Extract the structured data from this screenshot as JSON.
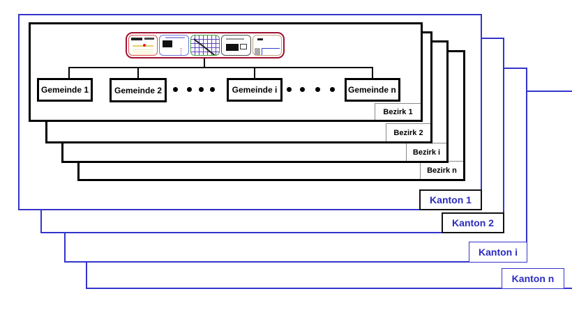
{
  "kantons": [
    {
      "label": "Kanton 1"
    },
    {
      "label": "Kanton 2"
    },
    {
      "label": "Kanton i"
    },
    {
      "label": "Kanton n"
    }
  ],
  "bezirke": [
    {
      "label": "Bezirk 1"
    },
    {
      "label": "Bezirk 2"
    },
    {
      "label": "Bezirk i"
    },
    {
      "label": "Bezirk n"
    }
  ],
  "gemeinden": [
    {
      "label": "Gemeinde 1"
    },
    {
      "label": "Gemeinde 2"
    },
    {
      "label": "Gemeinde i"
    },
    {
      "label": "Gemeinde n"
    }
  ],
  "ellipsis": "• • • •",
  "thumbnails": [
    {
      "name": "table-thumbnail",
      "border_color": "#e05050"
    },
    {
      "name": "chart-thumbnail",
      "border_color": "#7070e0"
    },
    {
      "name": "grid-map-thumbnail",
      "border_color": "#40a040"
    },
    {
      "name": "flow-thumbnail",
      "border_color": "#505050"
    },
    {
      "name": "plot-thumbnail",
      "border_color": "#c0a080"
    }
  ],
  "colors": {
    "kanton_blue": "#3333cc",
    "bezirk_black": "#000000",
    "thumb_group_border": "#a01030"
  }
}
